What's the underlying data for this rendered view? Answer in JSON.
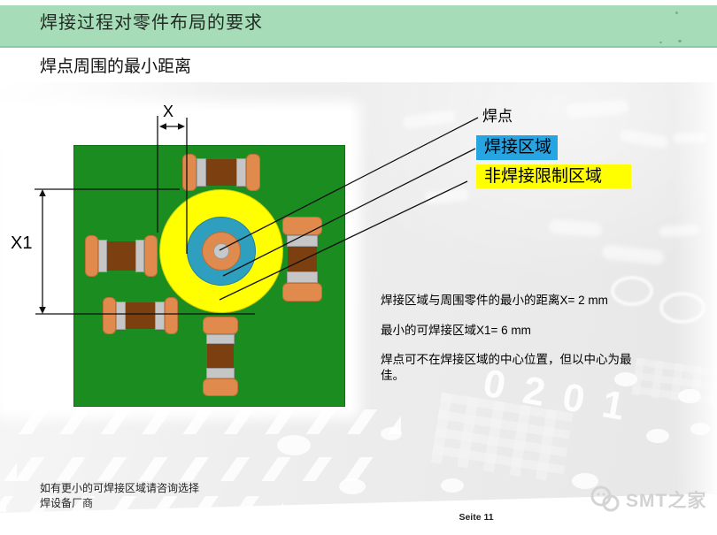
{
  "header": {
    "title": "焊接过程对零件布局的要求"
  },
  "subtitle": "焊点周围的最小距离",
  "diagram": {
    "dim_x_label": "X",
    "dim_x1_label": "X1",
    "legend": [
      {
        "label": "焊点",
        "swatch": null
      },
      {
        "label": "焊接区域",
        "swatch": "#27a5e3"
      },
      {
        "label": "非焊接限制区域",
        "swatch": "#ffff00"
      }
    ],
    "colors": {
      "board_green": "#1b8c20",
      "pad_orange": "#e08a4e",
      "component_body_brown": "#7b3f10",
      "terminal_gray": "#c6c6c6",
      "solder_zone_blue": "#2f9fc0",
      "restricted_zone_yellow": "#ffff00",
      "solder_point_gray": "#c8c8c8",
      "header_bar_green": "#a6dcb8"
    }
  },
  "notes": [
    "焊接区域与周围零件的最小的距离X= 2 mm",
    "最小的可焊接区域X1= 6 mm",
    "焊点可不在焊接区域的中心位置，但以中心为最佳。"
  ],
  "footer_note": {
    "line1": "如有更小的可焊接区域请咨询选择",
    "line2": "焊设备厂商"
  },
  "page_number": "Seite 11",
  "watermark": {
    "logo_text": "SMT之家",
    "background_text": "0201"
  }
}
